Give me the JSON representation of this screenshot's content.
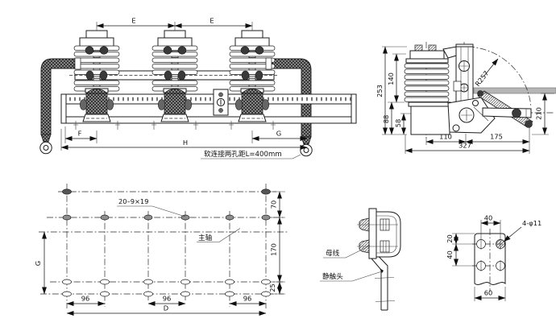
{
  "drawing": {
    "kind": "engineering-line-drawing",
    "colors": {
      "background": "#ffffff",
      "line": "#1c1c1c",
      "gray_part": "#b5b5b5",
      "dark_fill": "#3a3a3a"
    },
    "front_view": {
      "dim_e1": "E",
      "dim_e2": "E",
      "dim_f": "F",
      "dim_g": "G",
      "dim_h": "H",
      "note": "软连接两孔距L=400mm"
    },
    "side_view": {
      "dim_253": "253",
      "dim_140": "140",
      "dim_88": "88",
      "dim_58": "58",
      "dim_110": "110",
      "dim_175": "175",
      "dim_327": "327",
      "dim_210": "210",
      "dim_radius": "R257"
    },
    "plan_view": {
      "label_slots": "20–9×19",
      "label_main_shaft": "主轴",
      "dim_70": "70",
      "dim_170": "170",
      "dim_25": "25",
      "dim_g": "G",
      "dim_96a": "96",
      "dim_96b": "96",
      "dim_96c": "96",
      "dim_d": "D"
    },
    "busbar_detail": {
      "label_busbar": "母线",
      "label_static_contact": "静触头"
    },
    "plate_detail": {
      "label_holes": "4-φ11",
      "dim_40_top": "40",
      "dim_20_left": "20",
      "dim_40_left": "40",
      "dim_60": "60"
    }
  }
}
